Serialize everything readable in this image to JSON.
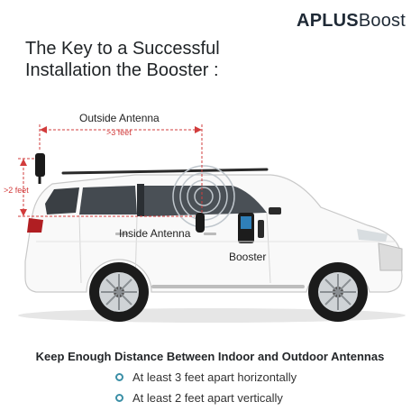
{
  "brand": {
    "part1": "APLUS",
    "part2": "Boost"
  },
  "title": {
    "line1": "The Key to a Successful",
    "line2": "Installation the Booster :"
  },
  "diagram": {
    "outside_antenna_label": "Outside Antenna",
    "horizontal_distance_label": ">3 feet",
    "vertical_distance_label": ">2 feet",
    "inside_antenna_label": "Inside Antenna",
    "booster_label": "Booster"
  },
  "footer": {
    "headline": "Keep Enough Distance Between Indoor and Outdoor Antennas",
    "bullets": [
      "At least 3 feet apart horizontally",
      "At least 2 feet apart vertically"
    ]
  },
  "colors": {
    "accent_red": "#d23c3c",
    "bullet_ring": "#3b8fa6",
    "brand_text": "#1f2a36"
  }
}
